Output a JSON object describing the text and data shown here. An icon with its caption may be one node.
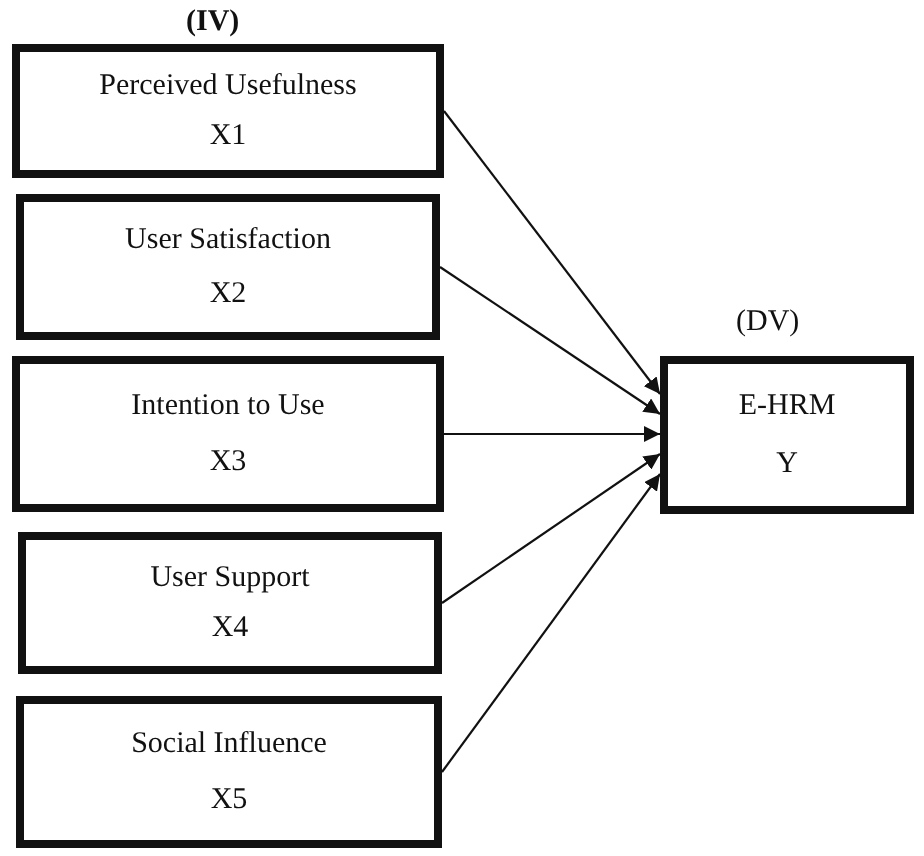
{
  "diagram": {
    "nodes": [
      {
        "text": [
          "Perceived Usefulness",
          "X1"
        ]
      },
      {
        "text": [
          "User Satisfaction",
          "X2"
        ]
      },
      {
        "text": [
          "Intention to Use",
          "X3"
        ]
      },
      {
        "text": [
          "User Support",
          "X4"
        ]
      },
      {
        "text": [
          "Social Influence",
          "X5"
        ]
      },
      {
        "text": [
          "E-HRM",
          "Y"
        ],
        "beside": [
          "(DV)"
        ]
      }
    ],
    "edges": [
      {
        "from": 0,
        "to": 5,
        "arrow": "to"
      },
      {
        "from": 1,
        "to": 5,
        "arrow": "to"
      },
      {
        "from": 2,
        "to": 5,
        "arrow": "to"
      },
      {
        "from": 3,
        "to": 5,
        "arrow": "to"
      },
      {
        "from": 4,
        "to": 5,
        "arrow": "to"
      }
    ],
    "labels": [
      "(IV)"
    ]
  }
}
